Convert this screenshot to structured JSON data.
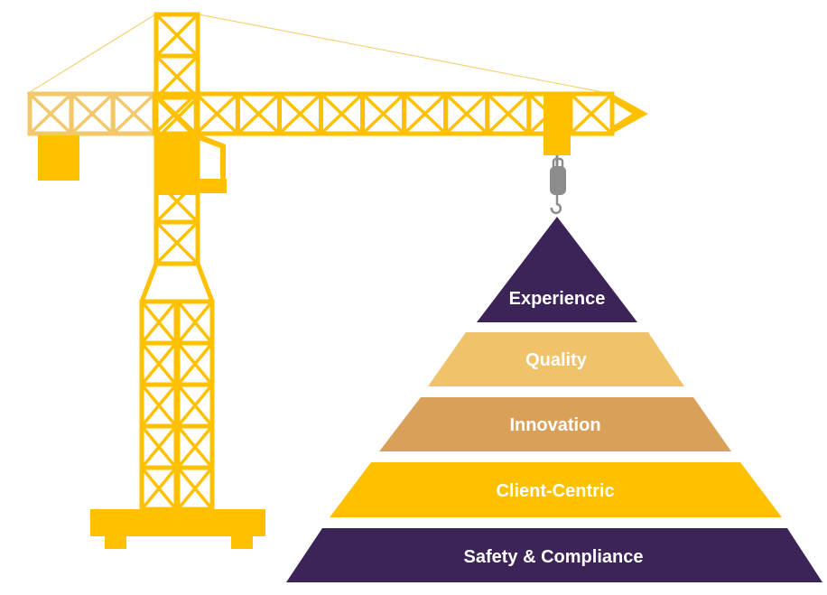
{
  "diagram": {
    "type": "crane-lifting-pyramid",
    "crane": {
      "color": "#FFC000",
      "light_color": "#F2C86B",
      "hook_color": "#8C8C8C"
    },
    "pyramid": {
      "tiers": [
        {
          "label": "Experience",
          "color": "#3D2458"
        },
        {
          "label": "Quality",
          "color": "#F0C26A"
        },
        {
          "label": "Innovation",
          "color": "#D9A05A"
        },
        {
          "label": "Client-Centric",
          "color": "#FFC000"
        },
        {
          "label": "Safety & Compliance",
          "color": "#3D2458"
        }
      ]
    }
  }
}
